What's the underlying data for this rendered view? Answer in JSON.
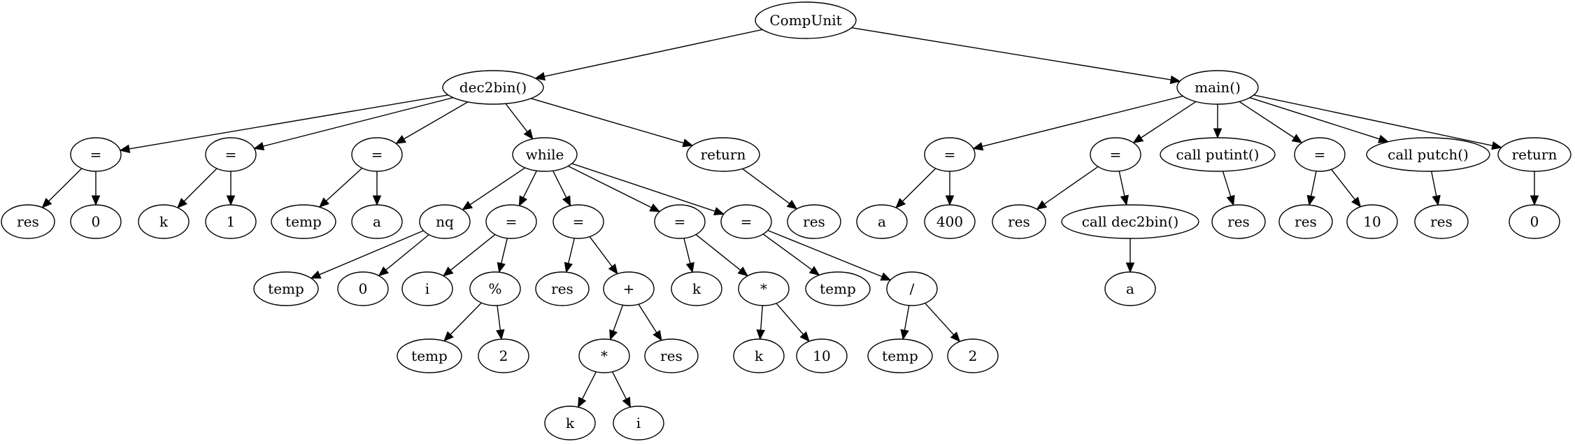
{
  "colors": {
    "stroke": "#000000",
    "fill": "#ffffff",
    "background": "#ffffff"
  },
  "diagram": {
    "type": "tree",
    "nodes": [
      {
        "id": "n0",
        "label": "CompUnit"
      },
      {
        "id": "n1",
        "label": "dec2bin()"
      },
      {
        "id": "n2",
        "label": "main()"
      },
      {
        "id": "n3",
        "label": "="
      },
      {
        "id": "n4",
        "label": "res"
      },
      {
        "id": "n5",
        "label": "0"
      },
      {
        "id": "n6",
        "label": "="
      },
      {
        "id": "n7",
        "label": "k"
      },
      {
        "id": "n8",
        "label": "1"
      },
      {
        "id": "n9",
        "label": "="
      },
      {
        "id": "n10",
        "label": "temp"
      },
      {
        "id": "n11",
        "label": "a"
      },
      {
        "id": "n12",
        "label": "while"
      },
      {
        "id": "n13",
        "label": "nq"
      },
      {
        "id": "n14",
        "label": "temp"
      },
      {
        "id": "n15",
        "label": "0"
      },
      {
        "id": "n16",
        "label": "="
      },
      {
        "id": "n17",
        "label": "i"
      },
      {
        "id": "n18",
        "label": "%"
      },
      {
        "id": "n19",
        "label": "temp"
      },
      {
        "id": "n20",
        "label": "2"
      },
      {
        "id": "n21",
        "label": "="
      },
      {
        "id": "n22",
        "label": "res"
      },
      {
        "id": "n23",
        "label": "+"
      },
      {
        "id": "n24",
        "label": "*"
      },
      {
        "id": "n25",
        "label": "k"
      },
      {
        "id": "n26",
        "label": "i"
      },
      {
        "id": "n27",
        "label": "res"
      },
      {
        "id": "n28",
        "label": "="
      },
      {
        "id": "n29",
        "label": "k"
      },
      {
        "id": "n30",
        "label": "*"
      },
      {
        "id": "n31",
        "label": "k"
      },
      {
        "id": "n32",
        "label": "10"
      },
      {
        "id": "n33",
        "label": "="
      },
      {
        "id": "n34",
        "label": "temp"
      },
      {
        "id": "n35",
        "label": "/"
      },
      {
        "id": "n36",
        "label": "temp"
      },
      {
        "id": "n37",
        "label": "2"
      },
      {
        "id": "n38",
        "label": "return"
      },
      {
        "id": "n39",
        "label": "res"
      },
      {
        "id": "n40",
        "label": "="
      },
      {
        "id": "n41",
        "label": "a"
      },
      {
        "id": "n42",
        "label": "400"
      },
      {
        "id": "n43",
        "label": "="
      },
      {
        "id": "n44",
        "label": "res"
      },
      {
        "id": "n45",
        "label": "call dec2bin()"
      },
      {
        "id": "n46",
        "label": "a"
      },
      {
        "id": "n47",
        "label": "call putint()"
      },
      {
        "id": "n48",
        "label": "res"
      },
      {
        "id": "n49",
        "label": "="
      },
      {
        "id": "n50",
        "label": "res"
      },
      {
        "id": "n51",
        "label": "10"
      },
      {
        "id": "n52",
        "label": "call putch()"
      },
      {
        "id": "n53",
        "label": "res"
      },
      {
        "id": "n54",
        "label": "return"
      },
      {
        "id": "n55",
        "label": "0"
      }
    ],
    "edges": [
      [
        "n0",
        "n1"
      ],
      [
        "n0",
        "n2"
      ],
      [
        "n1",
        "n3"
      ],
      [
        "n1",
        "n6"
      ],
      [
        "n1",
        "n9"
      ],
      [
        "n1",
        "n12"
      ],
      [
        "n1",
        "n38"
      ],
      [
        "n3",
        "n4"
      ],
      [
        "n3",
        "n5"
      ],
      [
        "n6",
        "n7"
      ],
      [
        "n6",
        "n8"
      ],
      [
        "n9",
        "n10"
      ],
      [
        "n9",
        "n11"
      ],
      [
        "n12",
        "n13"
      ],
      [
        "n12",
        "n16"
      ],
      [
        "n12",
        "n21"
      ],
      [
        "n12",
        "n28"
      ],
      [
        "n12",
        "n33"
      ],
      [
        "n13",
        "n14"
      ],
      [
        "n13",
        "n15"
      ],
      [
        "n16",
        "n17"
      ],
      [
        "n16",
        "n18"
      ],
      [
        "n18",
        "n19"
      ],
      [
        "n18",
        "n20"
      ],
      [
        "n21",
        "n22"
      ],
      [
        "n21",
        "n23"
      ],
      [
        "n23",
        "n24"
      ],
      [
        "n23",
        "n27"
      ],
      [
        "n24",
        "n25"
      ],
      [
        "n24",
        "n26"
      ],
      [
        "n28",
        "n29"
      ],
      [
        "n28",
        "n30"
      ],
      [
        "n30",
        "n31"
      ],
      [
        "n30",
        "n32"
      ],
      [
        "n33",
        "n34"
      ],
      [
        "n33",
        "n35"
      ],
      [
        "n35",
        "n36"
      ],
      [
        "n35",
        "n37"
      ],
      [
        "n38",
        "n39"
      ],
      [
        "n2",
        "n40"
      ],
      [
        "n2",
        "n43"
      ],
      [
        "n2",
        "n47"
      ],
      [
        "n2",
        "n49"
      ],
      [
        "n2",
        "n52"
      ],
      [
        "n2",
        "n54"
      ],
      [
        "n40",
        "n41"
      ],
      [
        "n40",
        "n42"
      ],
      [
        "n43",
        "n44"
      ],
      [
        "n43",
        "n45"
      ],
      [
        "n45",
        "n46"
      ],
      [
        "n47",
        "n48"
      ],
      [
        "n49",
        "n50"
      ],
      [
        "n49",
        "n51"
      ],
      [
        "n52",
        "n53"
      ],
      [
        "n54",
        "n55"
      ]
    ]
  }
}
